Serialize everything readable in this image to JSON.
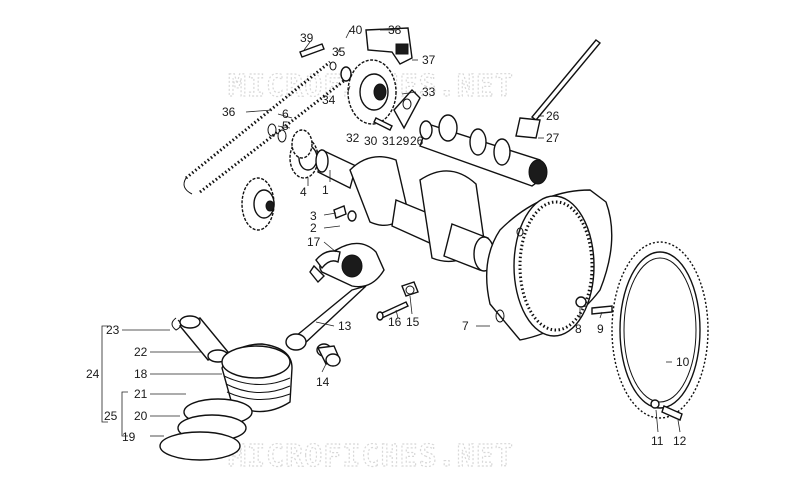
{
  "watermark": {
    "text": "MICROFICHES.NET"
  },
  "callouts": [
    {
      "id": "n1",
      "text": "1"
    },
    {
      "id": "n2",
      "text": "2"
    },
    {
      "id": "n3",
      "text": "3"
    },
    {
      "id": "n4",
      "text": "4"
    },
    {
      "id": "n5",
      "text": "5"
    },
    {
      "id": "n6",
      "text": "6"
    },
    {
      "id": "n7",
      "text": "7"
    },
    {
      "id": "n8",
      "text": "8"
    },
    {
      "id": "n9",
      "text": "9"
    },
    {
      "id": "n10",
      "text": "10"
    },
    {
      "id": "n11",
      "text": "11"
    },
    {
      "id": "n12",
      "text": "12"
    },
    {
      "id": "n13",
      "text": "13"
    },
    {
      "id": "n14",
      "text": "14"
    },
    {
      "id": "n15",
      "text": "15"
    },
    {
      "id": "n16",
      "text": "16"
    },
    {
      "id": "n17",
      "text": "17"
    },
    {
      "id": "n18",
      "text": "18"
    },
    {
      "id": "n19",
      "text": "19"
    },
    {
      "id": "n20",
      "text": "20"
    },
    {
      "id": "n21",
      "text": "21"
    },
    {
      "id": "n22",
      "text": "22"
    },
    {
      "id": "n23",
      "text": "23"
    },
    {
      "id": "n24",
      "text": "24"
    },
    {
      "id": "n25",
      "text": "25"
    },
    {
      "id": "n26a",
      "text": "26"
    },
    {
      "id": "n26b",
      "text": "26"
    },
    {
      "id": "n27",
      "text": "27"
    },
    {
      "id": "n29",
      "text": "29"
    },
    {
      "id": "n30",
      "text": "30"
    },
    {
      "id": "n31",
      "text": "31"
    },
    {
      "id": "n32",
      "text": "32"
    },
    {
      "id": "n33",
      "text": "33"
    },
    {
      "id": "n34",
      "text": "34"
    },
    {
      "id": "n35",
      "text": "35"
    },
    {
      "id": "n36",
      "text": "36"
    },
    {
      "id": "n37",
      "text": "37"
    },
    {
      "id": "n38",
      "text": "38"
    },
    {
      "id": "n39",
      "text": "39"
    },
    {
      "id": "n40",
      "text": "40"
    }
  ]
}
